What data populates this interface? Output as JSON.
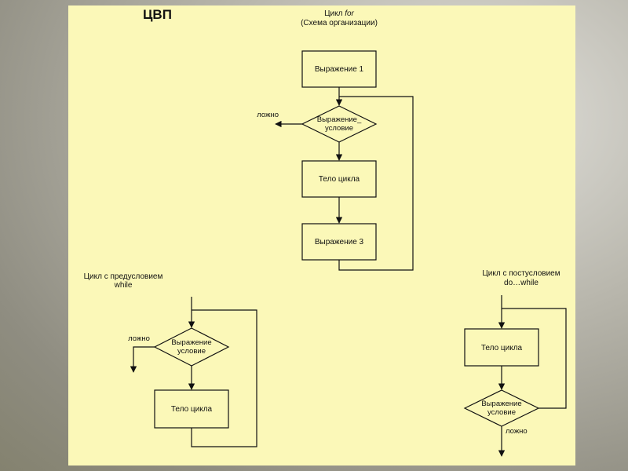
{
  "slide": {
    "title": "ЦВП"
  },
  "for_loop": {
    "title_prefix": "Цикл ",
    "title_keyword": "for",
    "subtitle": "(Схема организации)",
    "init_label": "Выражение 1",
    "condition_line1": "Выражение_",
    "condition_line2": "условие",
    "body_label": "Тело цикла",
    "step_label": "Выражение 3",
    "false_label": "ложно"
  },
  "while_loop": {
    "title_line1": "Цикл с предусловием",
    "title_line2": "while",
    "condition_line1": "Выражение",
    "condition_line2": "условие",
    "body_label": "Тело цикла",
    "false_label": "ложно"
  },
  "do_while_loop": {
    "title_line1": "Цикл с постусловием",
    "title_line2": "do…while",
    "body_label": "Тело цикла",
    "condition_line1": "Выражение",
    "condition_line2": "условие",
    "false_label": "ложно"
  },
  "colors": {
    "slide_background": "#fbf8b8",
    "line": "#111111"
  }
}
